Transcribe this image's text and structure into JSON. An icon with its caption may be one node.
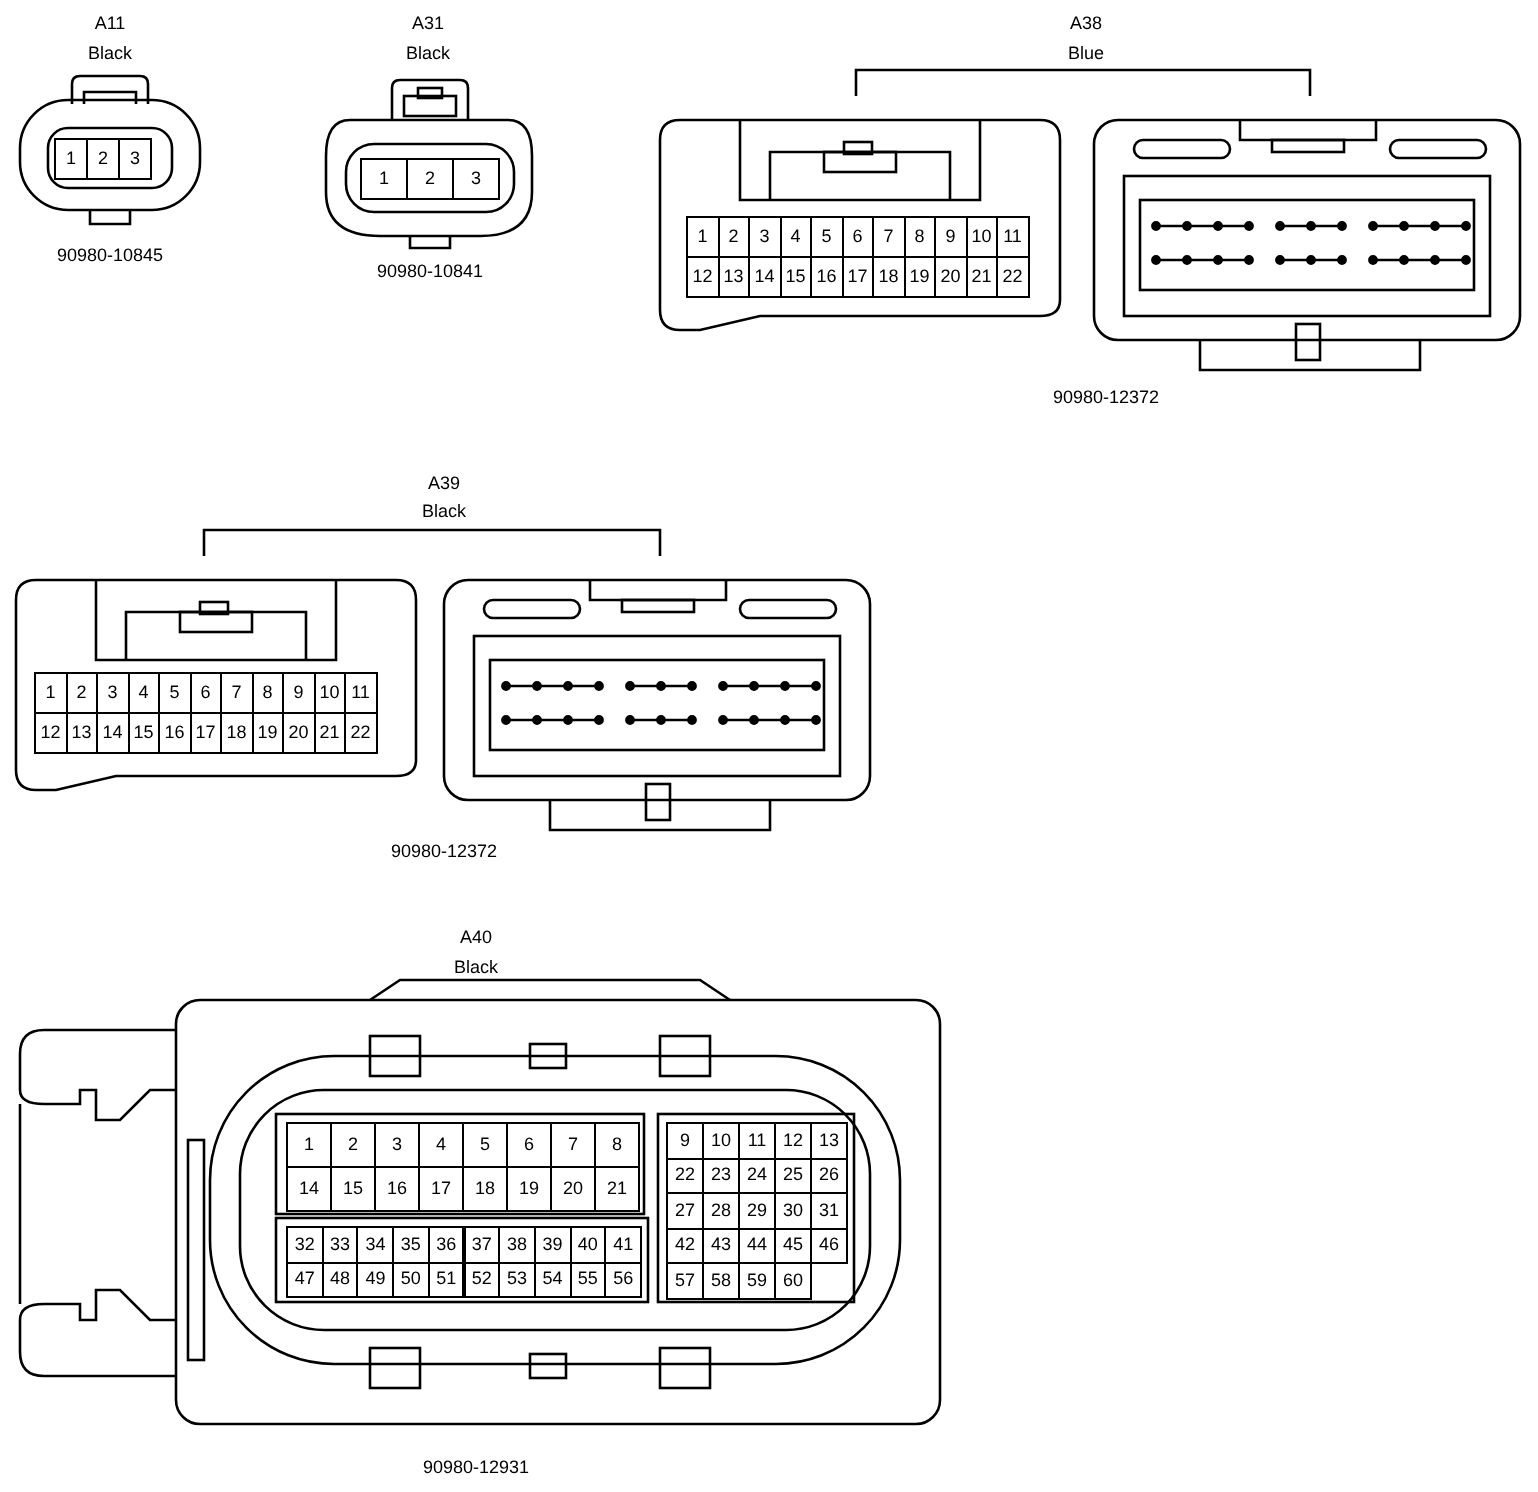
{
  "diagram": {
    "labels": [
      "A11",
      "Black",
      "1",
      "2",
      "3",
      "90980-10845",
      "A31",
      "Black",
      "1",
      "2",
      "3",
      "90980-10841",
      "A38",
      "Blue",
      "1",
      "2",
      "3",
      "4",
      "5",
      "6",
      "7",
      "8",
      "9",
      "10",
      "11",
      "12",
      "13",
      "14",
      "15",
      "16",
      "17",
      "18",
      "19",
      "20",
      "21",
      "22",
      "90980-12372",
      "A39",
      "Black",
      "1",
      "2",
      "3",
      "4",
      "5",
      "6",
      "7",
      "8",
      "9",
      "10",
      "11",
      "12",
      "13",
      "14",
      "15",
      "16",
      "17",
      "18",
      "19",
      "20",
      "21",
      "22",
      "90980-12372",
      "A40",
      "Black",
      "1",
      "2",
      "3",
      "4",
      "5",
      "6",
      "7",
      "8",
      "14",
      "15",
      "16",
      "17",
      "18",
      "19",
      "20",
      "21",
      "32",
      "33",
      "34",
      "35",
      "36",
      "37",
      "38",
      "39",
      "40",
      "41",
      "47",
      "48",
      "49",
      "50",
      "51",
      "52",
      "53",
      "54",
      "55",
      "56",
      "9",
      "10",
      "11",
      "12",
      "13",
      "22",
      "23",
      "24",
      "25",
      "26",
      "27",
      "28",
      "29",
      "30",
      "31",
      "42",
      "43",
      "44",
      "45",
      "46",
      "57",
      "58",
      "59",
      "60",
      "90980-12931"
    ]
  }
}
